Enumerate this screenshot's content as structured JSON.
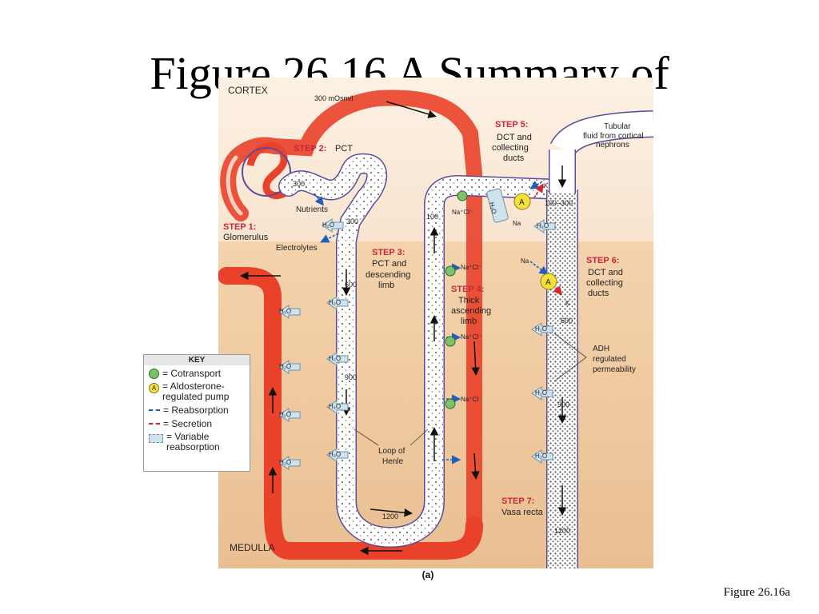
{
  "slide": {
    "title": "Figure 26.16  A Summary of",
    "caption": "Figure 26.16a",
    "panel_letter": "(a)"
  },
  "regions": {
    "cortex": "CORTEX",
    "medulla": "MEDULLA"
  },
  "steps": {
    "s1": {
      "title": "STEP 1:",
      "lines": [
        "Glomerulus"
      ]
    },
    "s2": {
      "title": "STEP 2:",
      "suffix": "PCT"
    },
    "s3": {
      "title": "STEP 3:",
      "lines": [
        "PCT and",
        "descending",
        "limb"
      ]
    },
    "s4": {
      "title": "STEP 4:",
      "lines": [
        "Thick",
        "ascending",
        "limb"
      ]
    },
    "s5": {
      "title": "STEP 5:",
      "lines": [
        "DCT and",
        "collecting",
        "ducts"
      ]
    },
    "s6": {
      "title": "STEP 6:",
      "lines": [
        "DCT and",
        "collecting",
        "ducts"
      ]
    },
    "s7": {
      "title": "STEP 7:",
      "lines": [
        "Vasa recta"
      ]
    }
  },
  "labels": {
    "osm_vasa": "300 mOsm/l",
    "nutrients": "Nutrients",
    "electrolytes": "Electrolytes",
    "tubular_fluid": [
      "Tubular",
      "fluid from cortical",
      "nephrons"
    ],
    "adh": [
      "ADH",
      "regulated",
      "permeability"
    ],
    "loop": [
      "Loop of",
      "Henle"
    ],
    "na": "Na",
    "k": "K",
    "nacl": "Na⁺Cl⁻",
    "h2o": "H₂O",
    "pump": "A"
  },
  "osmolarity": {
    "pct_300a": "300",
    "pct_300b": "300",
    "desc_600": "600",
    "desc_900": "900",
    "bottom_1200": "1200",
    "asc_100": "100",
    "dct_range": "100–300",
    "cd_600": "600",
    "cd_900": "900",
    "cd_1200": "1200"
  },
  "key": {
    "title": "KEY",
    "items": [
      {
        "symbol": "cotransport-icon",
        "label": [
          "= Cotransport"
        ]
      },
      {
        "symbol": "pump-icon",
        "label": [
          "= Aldosterone-",
          "regulated pump"
        ]
      },
      {
        "symbol": "reabsorption-arrow-icon",
        "label": [
          "= Reabsorption"
        ]
      },
      {
        "symbol": "secretion-arrow-icon",
        "label": [
          "= Secretion"
        ]
      },
      {
        "symbol": "variable-reabsorption-icon",
        "label": [
          "= Variable",
          "reabsorption"
        ]
      }
    ]
  },
  "colors": {
    "cortex_bg": "#fbeadb",
    "medulla_bg": "#efc79e",
    "vessel_red": "#e9412a",
    "tubule_outline": "#5a4c9b",
    "step_text": "#c8263a",
    "cotransport_green": "#7cc26a",
    "pump_yellow": "#f3e13a",
    "reabsorption_blue": "#1f5fb8",
    "secretion_red": "#d7262e"
  }
}
